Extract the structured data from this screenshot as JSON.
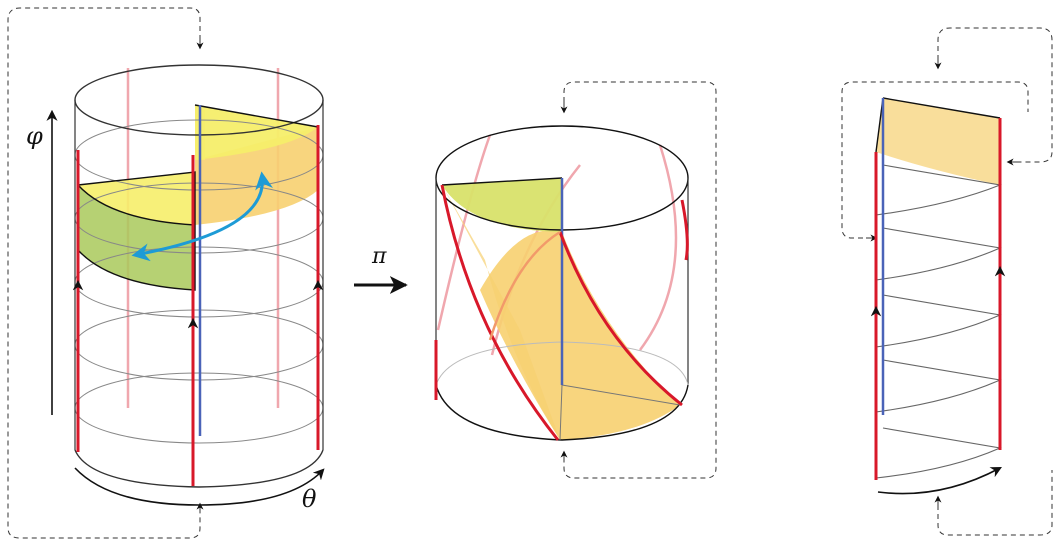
{
  "labels": {
    "phi": "φ",
    "theta": "θ",
    "pi": "π"
  },
  "colors": {
    "red": "#d8182a",
    "pink": "#f0a7ae",
    "blue": "#1d9bd6",
    "axis_blue": "#4a63b8",
    "yellow": "#f6ee6a",
    "green": "#a9c95a",
    "orange": "#f7d070",
    "outline": "#111111",
    "gray": "#9a9a9a"
  }
}
